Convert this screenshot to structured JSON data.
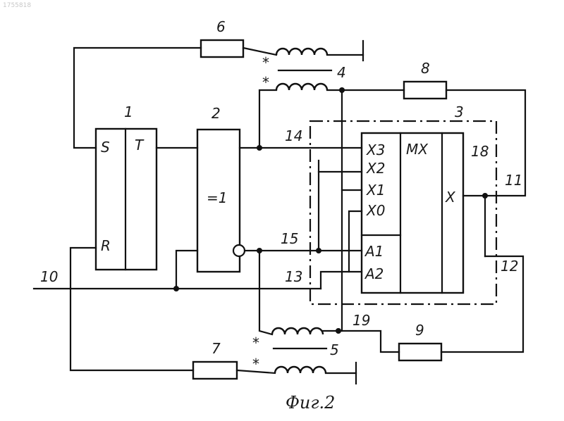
{
  "figure": {
    "caption": "Фиг.2",
    "ref_mark": "1755818"
  },
  "trigger": {
    "number": "1",
    "pin_s": "S",
    "pin_t": "T",
    "pin_r": "R"
  },
  "xor": {
    "number": "2",
    "symbol": "=1"
  },
  "mux": {
    "number": "18",
    "title": "MX",
    "inputs": [
      "X3",
      "X2",
      "X1",
      "X0"
    ],
    "address": [
      "A1",
      "A2"
    ],
    "output": "X"
  },
  "unit": {
    "number": "3"
  },
  "resistors": {
    "r6": "6",
    "r7": "7",
    "r8": "8",
    "r9": "9"
  },
  "inductors": {
    "l4": "4",
    "l5": "5",
    "polarity_mark": "*"
  },
  "nodes": {
    "n10": "10",
    "n11": "11",
    "n12": "12",
    "n13": "13",
    "n14": "14",
    "n15": "15",
    "n19": "19"
  }
}
